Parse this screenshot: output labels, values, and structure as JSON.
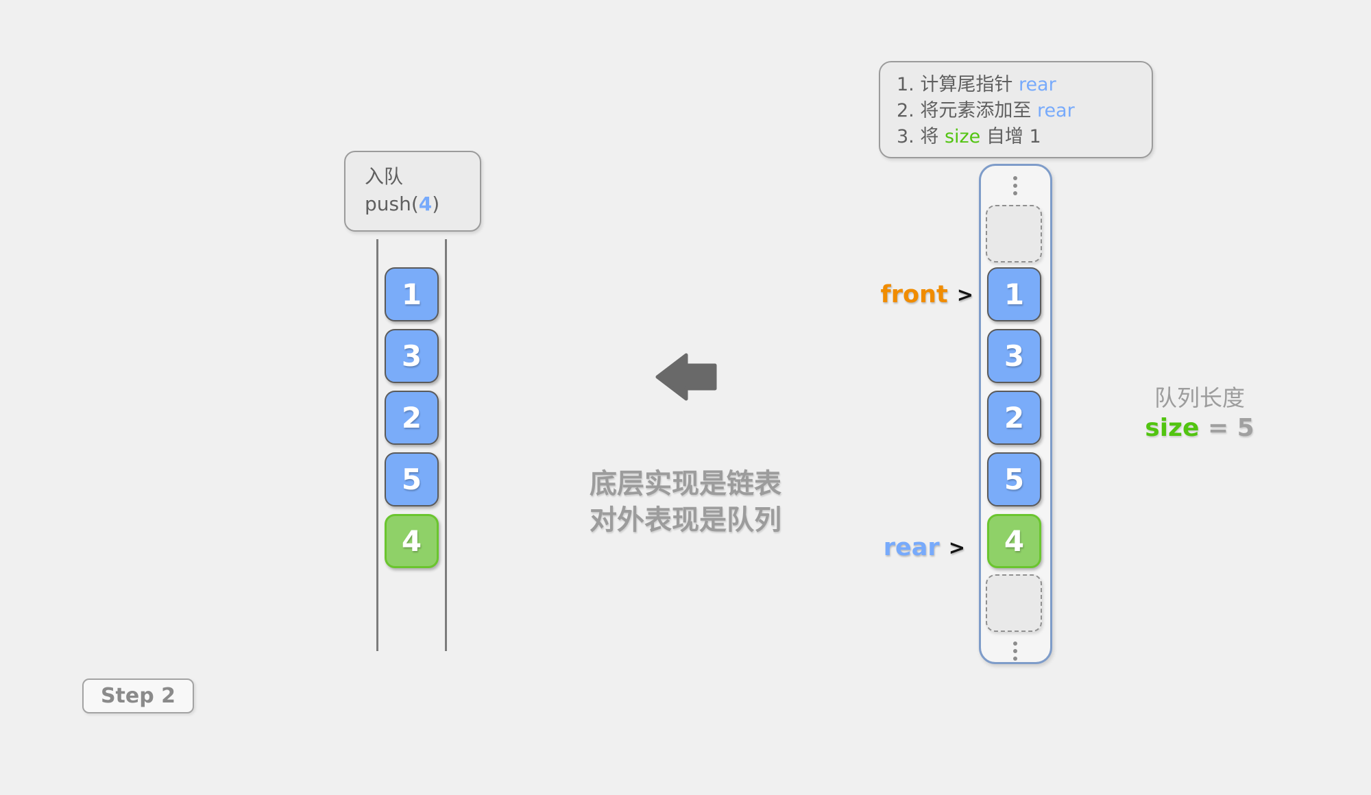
{
  "note": {
    "lines": [
      {
        "prefix": "1. 计算尾指针 ",
        "highlight": "rear",
        "suffix": "",
        "highlight_color": "#77aafb"
      },
      {
        "prefix": "2. 将元素添加至 ",
        "highlight": "rear",
        "suffix": "",
        "highlight_color": "#77aafb"
      },
      {
        "prefix": "3. 将 ",
        "highlight": "size",
        "suffix": " 自增 1",
        "highlight_color": "#52c411"
      }
    ]
  },
  "left_panel": {
    "title": "入队",
    "op_prefix": "push(",
    "op_arg": "4",
    "op_suffix": ")",
    "cells": [
      {
        "value": "1",
        "state": "normal"
      },
      {
        "value": "3",
        "state": "normal"
      },
      {
        "value": "2",
        "state": "normal"
      },
      {
        "value": "5",
        "state": "new"
      },
      {
        "value": "4",
        "state": "new-highlight"
      }
    ]
  },
  "center": {
    "caption_line1": "底层实现是链表",
    "caption_line2": "对外表现是队列"
  },
  "right_panel": {
    "front_label": "front",
    "rear_label": "rear",
    "pointer_char": ">",
    "cells": [
      {
        "value": "1",
        "state": "normal"
      },
      {
        "value": "3",
        "state": "normal"
      },
      {
        "value": "2",
        "state": "normal"
      },
      {
        "value": "5",
        "state": "normal"
      },
      {
        "value": "4",
        "state": "new-highlight"
      }
    ],
    "length_caption": "队列长度",
    "size_keyword": "size",
    "size_value": "= 5"
  },
  "footer": {
    "step_label": "Step 2"
  },
  "colors": {
    "background": "#f0f0f0",
    "cell_blue": "#7aacf9",
    "cell_green_fill": "#8fd168",
    "cell_green_border": "#6ac52e",
    "front_orange": "#f08c00",
    "rear_blue": "#77aafb",
    "size_green": "#52c411",
    "frame_border_blue": "#7e9cc9",
    "text_gray": "#5f5f5f",
    "caption_gray": "#9c9c9c"
  }
}
